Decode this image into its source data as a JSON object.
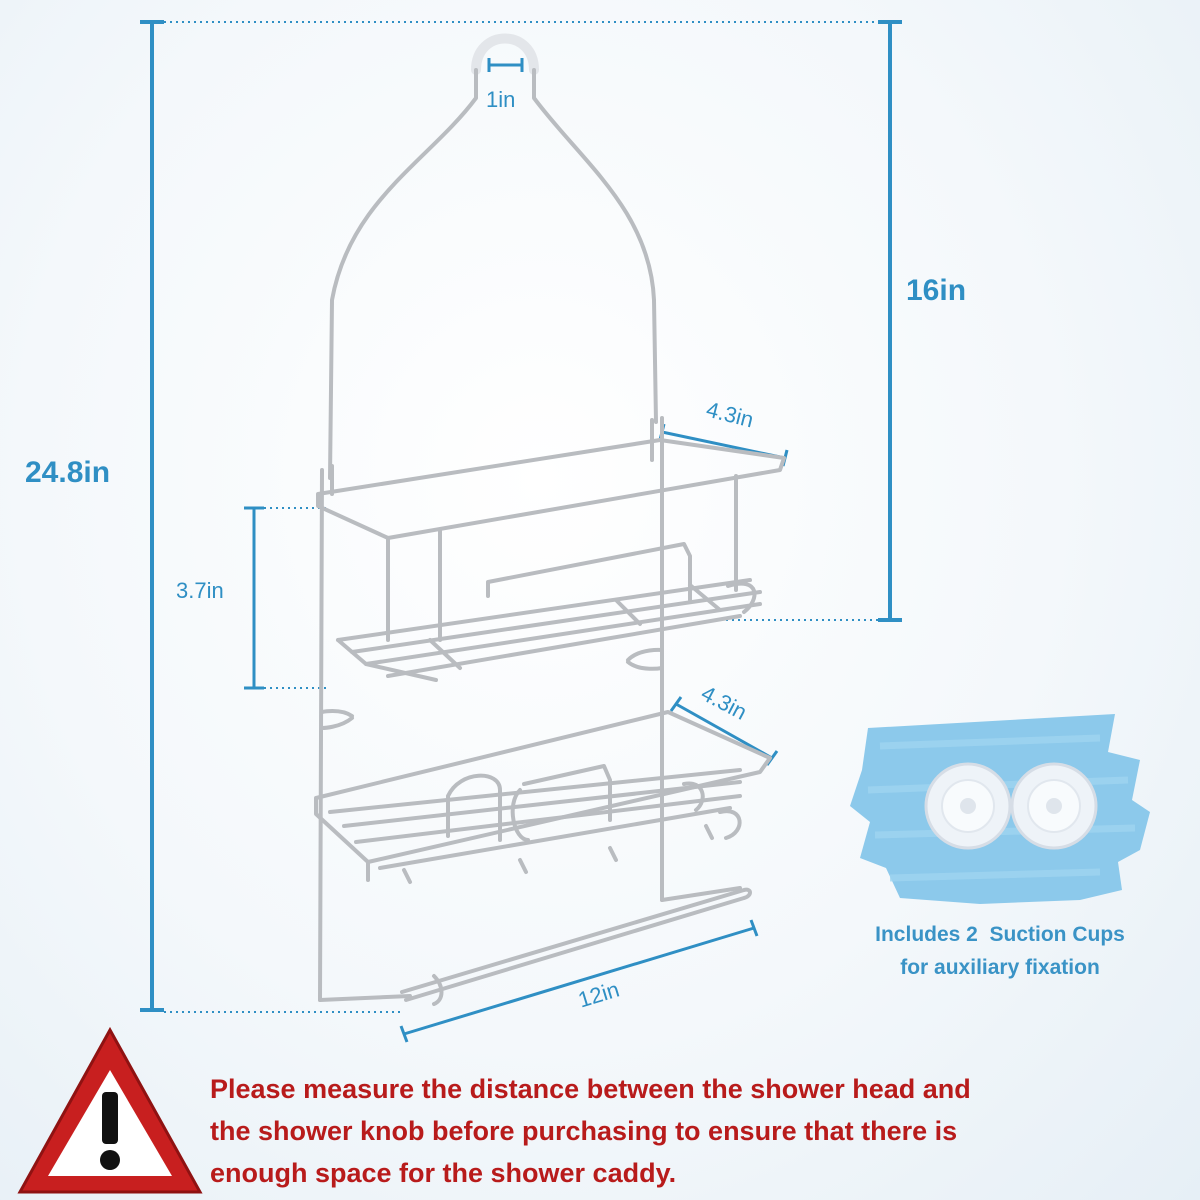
{
  "dimensions": {
    "hook_width": "1in",
    "upper_height": "16in",
    "total_height": "24.8in",
    "upper_shelf_depth": "4.3in",
    "shelf_spacing": "3.7in",
    "lower_shelf_depth": "4.3in",
    "width": "12in"
  },
  "suction_cups": {
    "line1": "Includes 2  Suction Cups",
    "line2": "for auxiliary fixation"
  },
  "warning": {
    "icon": "warning-triangle-icon",
    "line1": "Please measure the distance between the shower head and",
    "line2": "the shower knob before purchasing to ensure that there is",
    "line3": "enough space for the shower caddy."
  },
  "colors": {
    "dimension_blue": "#2f8fc4",
    "warning_red": "#b81b1b",
    "caddy_wire": "#b9bcc0"
  }
}
